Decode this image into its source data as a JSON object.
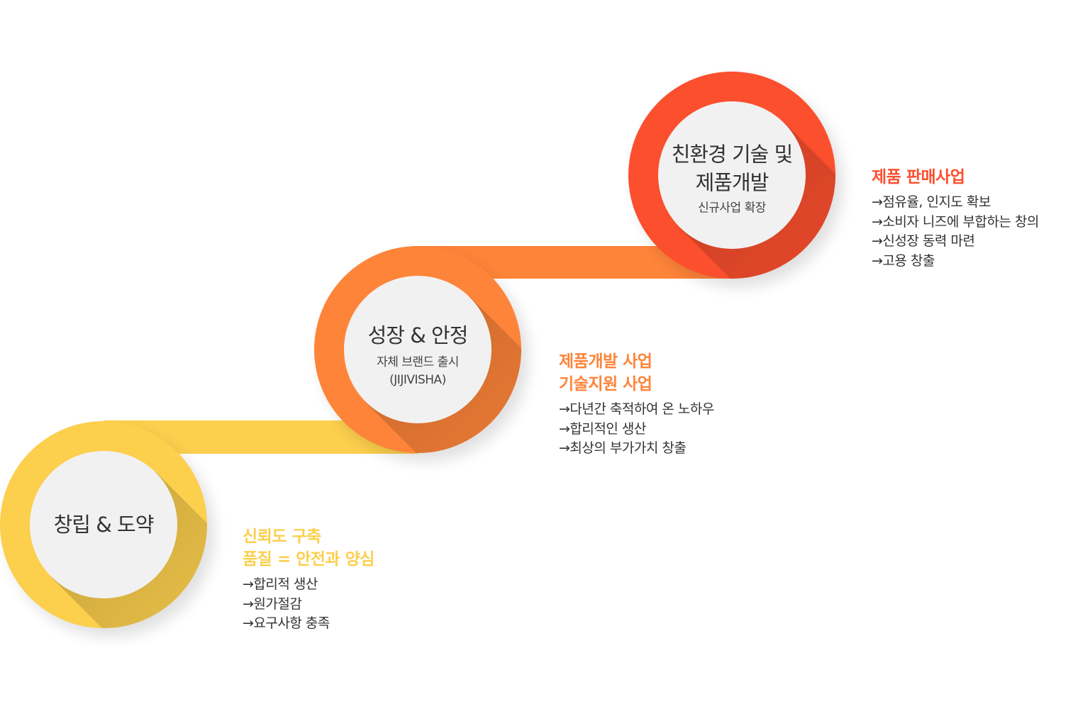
{
  "colors": {
    "stage1": "#FCCF4D",
    "stage2": "#FE8439",
    "stage3": "#FB4F2E",
    "inner": "#F1F1F1"
  },
  "stages": [
    {
      "title_lines": [
        "창립 & 도약"
      ],
      "subtitle_lines": [],
      "headings": [
        "신뢰도 구축",
        "품질 = 안전과 양심"
      ],
      "items": [
        "→합리적 생산",
        "→원가절감",
        "→요구사항 충족"
      ]
    },
    {
      "title_lines": [
        "성장 & 안정"
      ],
      "subtitle_lines": [
        "자체 브랜드 출시",
        "(JIJIVISHA)"
      ],
      "headings": [
        "제품개발 사업",
        "기술지원 사업"
      ],
      "items": [
        "→다년간 축적하여 온 노하우",
        "→합리적인 생산",
        "→최상의 부가가치 창출"
      ]
    },
    {
      "title_lines": [
        "친환경 기술 및",
        "제품개발"
      ],
      "subtitle_lines": [
        "신규사업 확장"
      ],
      "headings": [
        "제품 판매사업"
      ],
      "items": [
        "→점유율, 인지도 확보",
        "→소비자 니즈에 부합하는 창의",
        "→신성장 동력 마련",
        "→고용 창출"
      ]
    }
  ]
}
